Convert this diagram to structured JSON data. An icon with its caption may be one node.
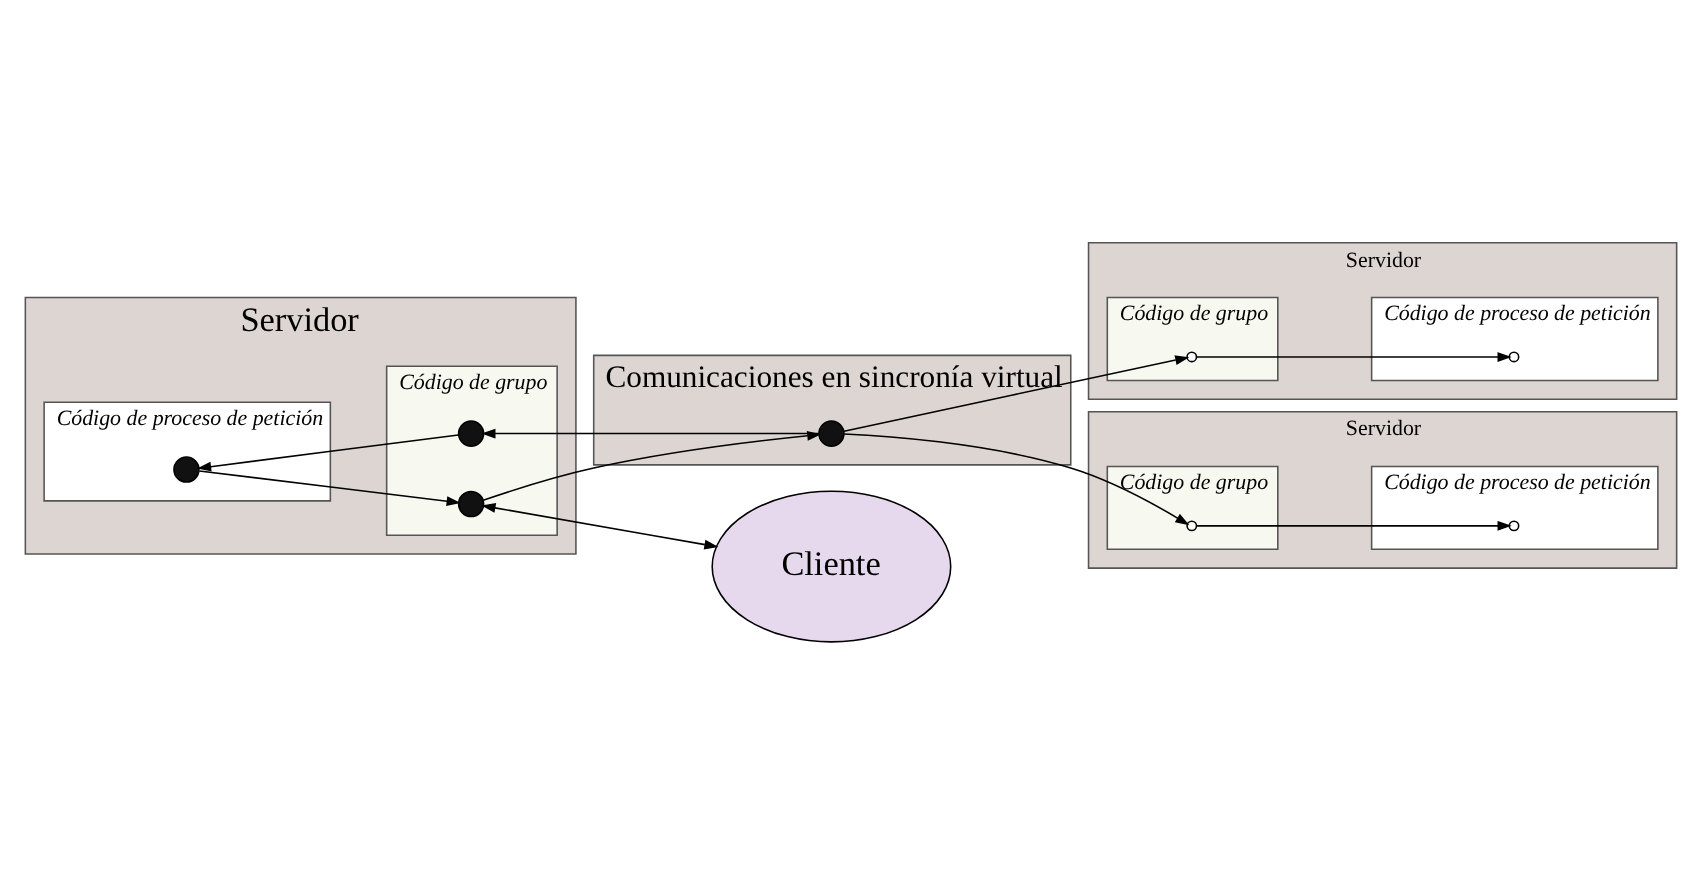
{
  "diagram": {
    "nodes": [
      {
        "text": [
          "Servidor"
        ]
      },
      {
        "text": [
          "Código de proceso de petición"
        ],
        "in": 0
      },
      {
        "text": [
          "Código de grupo"
        ],
        "in": 0
      },
      {
        "text": [
          "Servidor"
        ]
      },
      {
        "text": [
          "Código de proceso de petición"
        ],
        "in": 3
      },
      {
        "text": [
          "Código de grupo"
        ],
        "in": 3
      },
      {
        "text": [
          "Servidor"
        ]
      },
      {
        "text": [
          "Código de proceso de petición"
        ],
        "in": 6
      },
      {
        "text": [
          "Código de grupo"
        ],
        "in": 6
      },
      {
        "text": [
          "Comunicaciones en sincronía virtual"
        ]
      },
      {
        "text": [
          "Cliente"
        ]
      },
      {
        "text": [],
        "shape": "circle",
        "in": 2
      },
      {
        "text": [],
        "shape": "circle",
        "in": 1
      },
      {
        "text": [],
        "shape": "circle",
        "in": 2
      },
      {
        "text": [],
        "shape": "circle",
        "in": 9
      },
      {
        "text": [],
        "shape": "circle",
        "in": 5
      },
      {
        "text": [],
        "shape": "circle",
        "in": 4
      },
      {
        "text": [],
        "shape": "circle",
        "in": 8
      },
      {
        "text": [],
        "shape": "circle",
        "in": 7
      }
    ],
    "edges": [
      {
        "from": 13,
        "to": 10,
        "arrow": "both"
      },
      {
        "from": 12,
        "to": 13,
        "arrow": "to"
      },
      {
        "from": 11,
        "to": 12,
        "arrow": "to"
      },
      {
        "from": 14,
        "to": 11,
        "arrow": "to"
      },
      {
        "from": 13,
        "to": 14,
        "arrow": "to"
      },
      {
        "from": 14,
        "to": 15,
        "arrow": "to"
      },
      {
        "from": 15,
        "to": 16,
        "arrow": "to"
      },
      {
        "from": 14,
        "to": 17,
        "arrow": "to"
      },
      {
        "from": 17,
        "to": 18,
        "arrow": "to"
      }
    ]
  }
}
